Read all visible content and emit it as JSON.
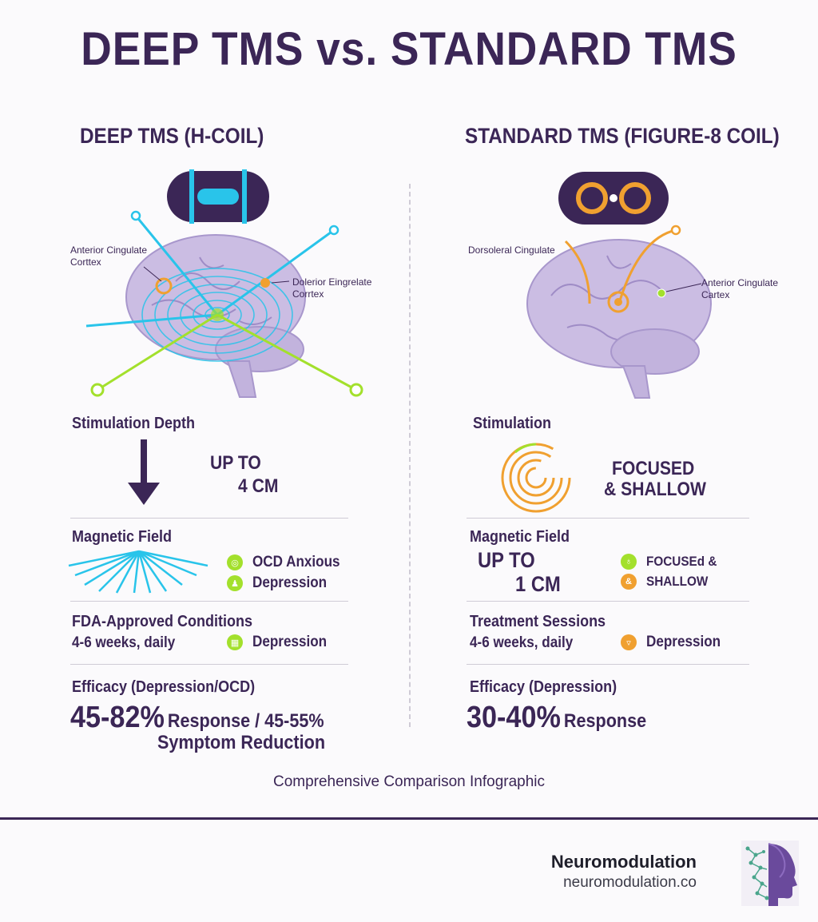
{
  "title": "DEEP TMS vs. STANDARD TMS",
  "deep": {
    "heading": "DEEP TMS (H-COIL)",
    "brain_labels": {
      "left": "Anterior Cingulate\nCorttex",
      "right": "Dolerior Eingrelate\nCorrtex"
    },
    "depth_label": "Stimulation Depth",
    "depth_value_line1": "UP TO",
    "depth_value_line2": "4 CM",
    "magnetic_label": "Magnetic Field",
    "magnetic_items": [
      {
        "icon": "brain-icon",
        "text": "OCD Anxious"
      },
      {
        "icon": "people-icon",
        "text": "Depression"
      }
    ],
    "conditions_label": "FDA-Approved Conditions",
    "conditions_sub": "4-6 weeks, daily",
    "conditions_item": {
      "icon": "calendar-icon",
      "text": "Depression"
    },
    "efficacy_label": "Efficacy (Depression/OCD)",
    "efficacy_pct": "45-82%",
    "efficacy_text_line1": "Response / 45-55%",
    "efficacy_text_line2": "Symptom Reduction"
  },
  "standard": {
    "heading": "STANDARD TMS (FIGURE-8 COIL)",
    "brain_labels": {
      "left": "Dorsoleral Cingulate",
      "right": "Anterior Cingulate\nCartex"
    },
    "depth_label": "Stimulation",
    "depth_value_line1": "FOCUSED",
    "depth_value_line2": "& SHALLOW",
    "magnetic_label": "Magnetic Field",
    "magnetic_value_line1": "UP TO",
    "magnetic_value_line2": "1 CM",
    "magnetic_items": [
      {
        "icon": "bulb-icon",
        "text": "FOCUSEd &"
      },
      {
        "icon": "ampersand-icon",
        "symbol": "&",
        "text": "SHALLOW"
      }
    ],
    "sessions_label": "Treatment Sessions",
    "sessions_sub": "4-6 weeks, daily",
    "sessions_item": {
      "icon": "shield-icon",
      "text": "Depression"
    },
    "efficacy_label": "Efficacy (Depression)",
    "efficacy_pct": "30-40%",
    "efficacy_text": "Response"
  },
  "caption": "Comprehensive Comparison Infographic",
  "brand": {
    "name": "Neuromodulation",
    "url": "neuromodulation.co"
  },
  "colors": {
    "purple": "#3b2656",
    "cyan": "#29c4ea",
    "green": "#a3e02c",
    "orange": "#f0a030",
    "brain": "#cbbde3"
  }
}
